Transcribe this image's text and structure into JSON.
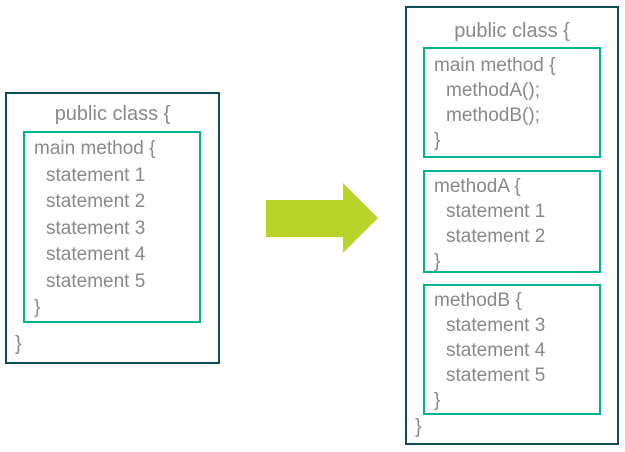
{
  "colors": {
    "class_border": "#0e4d56",
    "method_border": "#00b294",
    "text": "#898989",
    "arrow": "#b8d428",
    "background": "#ffffff"
  },
  "before": {
    "class_open": "public class {",
    "class_close": "}",
    "method": {
      "open": "main method {",
      "lines": [
        "statement 1",
        "statement 2",
        "statement 3",
        "statement 4",
        "statement 5"
      ],
      "close": "}"
    }
  },
  "arrow": {
    "icon": "right-arrow"
  },
  "after": {
    "class_open": "public class {",
    "class_close": "}",
    "methods": [
      {
        "open": "main method {",
        "lines": [
          "methodA();",
          "methodB();"
        ],
        "close": "}"
      },
      {
        "open": "methodA {",
        "lines": [
          "statement 1",
          "statement 2"
        ],
        "close": "}"
      },
      {
        "open": "methodB {",
        "lines": [
          "statement 3",
          "statement 4",
          "statement 5"
        ],
        "close": "}"
      }
    ]
  }
}
